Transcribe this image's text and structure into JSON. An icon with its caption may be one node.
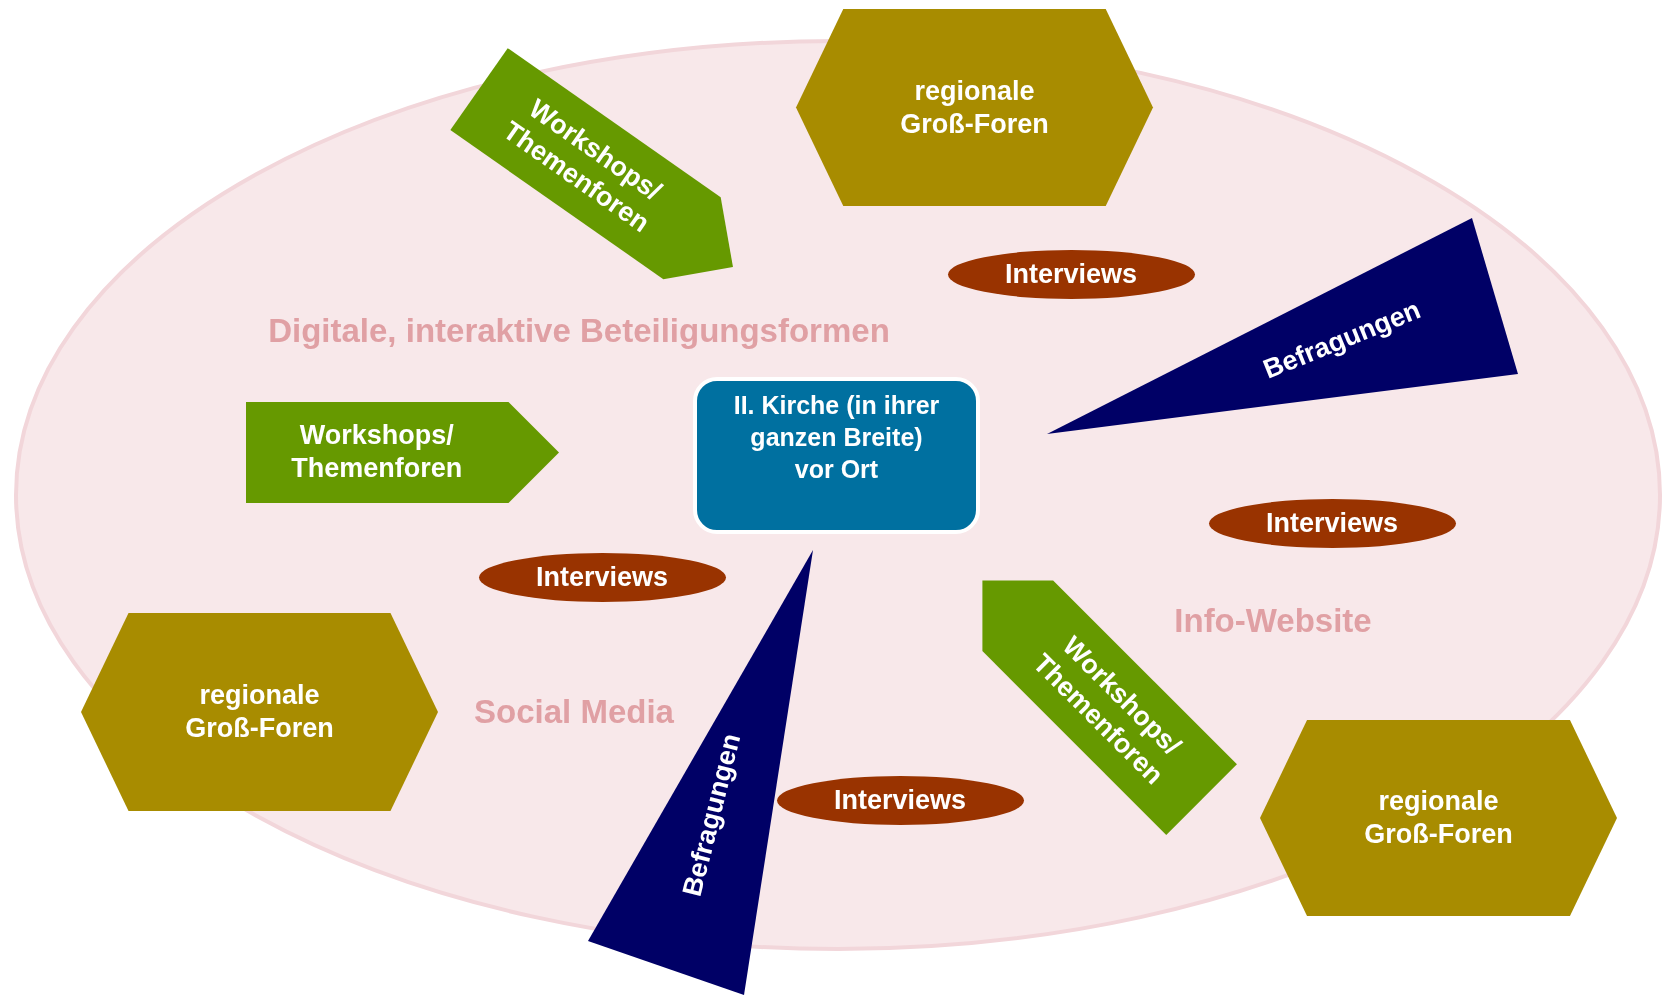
{
  "diagram": {
    "nodes": [
      {
        "text": [
          "Workshops/ Themenforen"
        ]
      },
      {
        "text": [
          "regionale Groß-Foren"
        ]
      },
      {
        "text": [
          "Interviews"
        ]
      },
      {
        "text": [
          "Befragungen"
        ]
      },
      {
        "text": [
          "Workshops/ Themenforen"
        ]
      },
      {
        "text": [
          "II. Kirche (in ihrer ganzen Breite) vor Ort"
        ]
      },
      {
        "text": [
          "Interviews"
        ]
      },
      {
        "text": [
          "Interviews"
        ]
      },
      {
        "text": [
          "Befragungen"
        ]
      },
      {
        "text": [
          "Workshops/ Themenforen"
        ]
      },
      {
        "text": [
          "regionale Groß-Foren"
        ]
      },
      {
        "text": [
          "Interviews"
        ]
      },
      {
        "text": [
          "regionale Groß-Foren"
        ]
      }
    ],
    "labels": [
      "Digitale, interaktive Beteiligungsformen",
      "Info-Website",
      "Social Media"
    ]
  }
}
